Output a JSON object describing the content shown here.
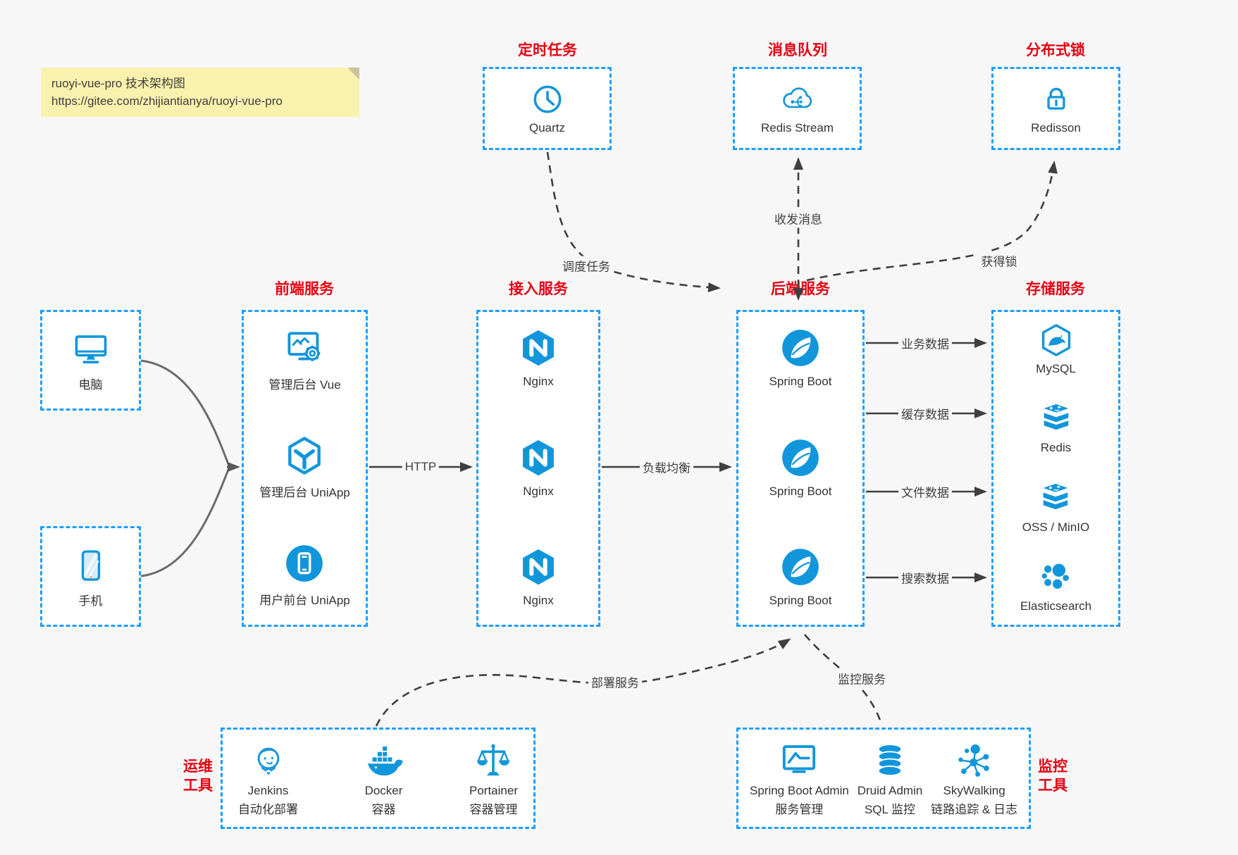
{
  "note": {
    "title": "ruoyi-vue-pro 技术架构图",
    "url": "https://gitee.com/zhijiantianya/ruoyi-vue-pro"
  },
  "top_groups": [
    {
      "title": "定时任务",
      "icon": "clock-icon",
      "label": "Quartz"
    },
    {
      "title": "消息队列",
      "icon": "cloud-stream-icon",
      "label": "Redis Stream"
    },
    {
      "title": "分布式锁",
      "icon": "lock-icon",
      "label": "Redisson"
    }
  ],
  "devices": [
    {
      "icon": "desktop-icon",
      "label": "电脑"
    },
    {
      "icon": "mobile-icon",
      "label": "手机"
    }
  ],
  "columns": [
    {
      "title": "前端服务",
      "items": [
        {
          "icon": "admin-vue-icon",
          "label": "管理后台 Vue"
        },
        {
          "icon": "uniapp-icon",
          "label": "管理后台 UniApp"
        },
        {
          "icon": "user-uniapp-icon",
          "label": "用户前台 UniApp"
        }
      ]
    },
    {
      "title": "接入服务",
      "items": [
        {
          "icon": "nginx-icon",
          "label": "Nginx"
        },
        {
          "icon": "nginx-icon",
          "label": "Nginx"
        },
        {
          "icon": "nginx-icon",
          "label": "Nginx"
        }
      ]
    },
    {
      "title": "后端服务",
      "items": [
        {
          "icon": "spring-boot-icon",
          "label": "Spring Boot"
        },
        {
          "icon": "spring-boot-icon",
          "label": "Spring Boot"
        },
        {
          "icon": "spring-boot-icon",
          "label": "Spring Boot"
        }
      ]
    },
    {
      "title": "存储服务",
      "items": [
        {
          "icon": "mysql-icon",
          "label": "MySQL"
        },
        {
          "icon": "redis-stack-icon",
          "label": "Redis"
        },
        {
          "icon": "storage-stack-icon",
          "label": "OSS / MinIO"
        },
        {
          "icon": "elasticsearch-icon",
          "label": "Elasticsearch"
        }
      ]
    }
  ],
  "bottom_groups": [
    {
      "side_label": [
        "运维",
        "工具"
      ],
      "items": [
        {
          "icon": "jenkins-icon",
          "label": "Jenkins",
          "sublabel": "自动化部署"
        },
        {
          "icon": "docker-icon",
          "label": "Docker",
          "sublabel": "容器"
        },
        {
          "icon": "portainer-icon",
          "label": "Portainer",
          "sublabel": "容器管理"
        }
      ]
    },
    {
      "side_label": [
        "监控",
        "工具"
      ],
      "items": [
        {
          "icon": "spring-boot-admin-icon",
          "label": "Spring Boot Admin",
          "sublabel": "服务管理"
        },
        {
          "icon": "druid-icon",
          "label": "Druid Admin",
          "sublabel": "SQL 监控"
        },
        {
          "icon": "skywalking-icon",
          "label": "SkyWalking",
          "sublabel": "链路追踪 & 日志"
        }
      ]
    }
  ],
  "connector_labels": {
    "http": "HTTP",
    "load_balance": "负载均衡",
    "business": "业务数据",
    "cache": "缓存数据",
    "file": "文件数据",
    "search": "搜索数据",
    "schedule": "调度任务",
    "message": "收发消息",
    "lock": "获得锁",
    "deploy": "部署服务",
    "monitor": "监控服务"
  },
  "colors": {
    "accent_blue": "#1e9fff",
    "icon_blue": "#1296db",
    "title_red": "#e60012",
    "note_yellow": "#faf1ae"
  }
}
